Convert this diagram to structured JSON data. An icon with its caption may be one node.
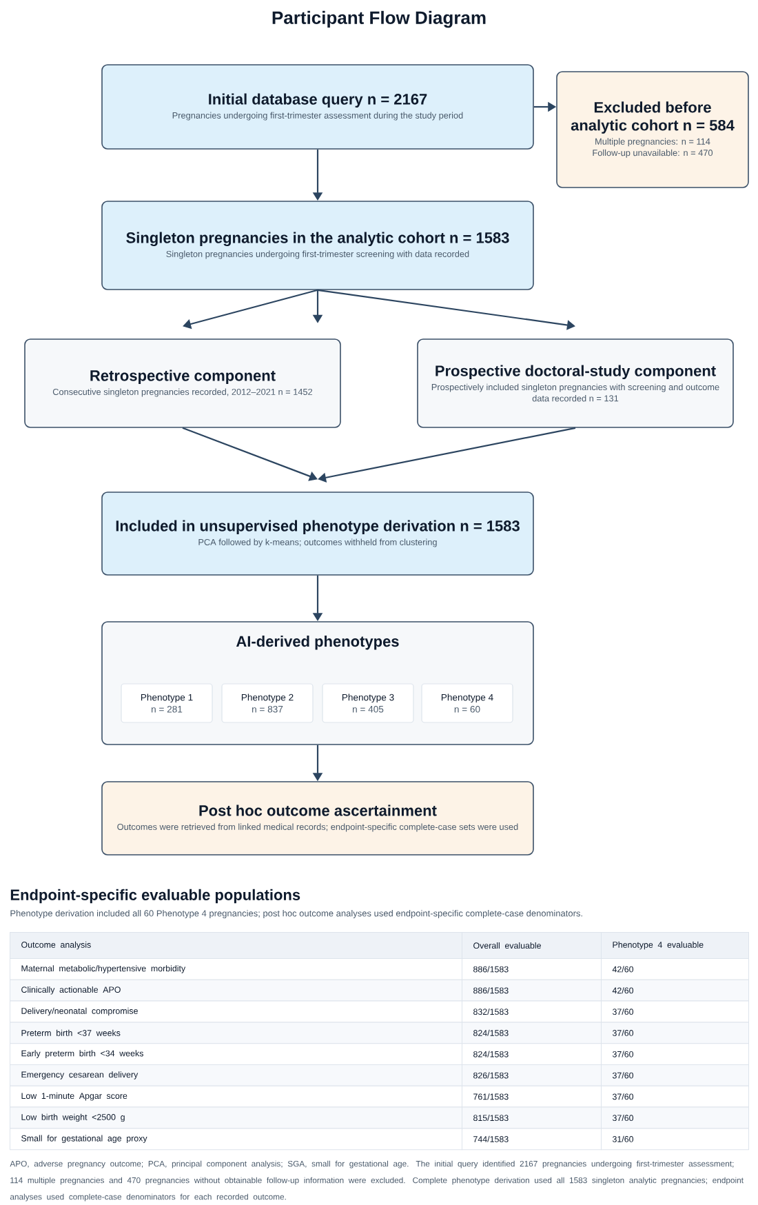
{
  "diagram": {
    "title": "Participant Flow Diagram",
    "nodes": [
      {
        "text": [
          "Initial database query n = 2167",
          "Pregnancies undergoing first-trimester assessment during the study period"
        ]
      },
      {
        "text": [
          "Excluded before analytic cohort n = 584",
          "Multiple pregnancies: n = 114",
          "Follow-up unavailable: n = 470"
        ]
      },
      {
        "text": [
          "Singleton pregnancies in the analytic cohort n = 1583",
          "Singleton pregnancies undergoing first-trimester screening with data recorded"
        ]
      },
      {
        "text": [
          "Retrospective component",
          "Consecutive singleton pregnancies recorded, 2012–2021 n = 1452"
        ]
      },
      {
        "text": [
          "Prospective doctoral-study component",
          "Prospectively included singleton pregnancies with screening and outcome data recorded n = 131"
        ]
      },
      {
        "text": [
          "Included in unsupervised phenotype derivation n = 1583",
          "PCA followed by k-means; outcomes withheld from clustering"
        ]
      },
      {
        "text": [
          "AI-derived phenotypes"
        ]
      },
      {
        "text": [
          "Phenotype 1",
          "n = 281"
        ],
        "in": 6
      },
      {
        "text": [
          "Phenotype 2",
          "n = 837"
        ],
        "in": 6
      },
      {
        "text": [
          "Phenotype 3",
          "n = 405"
        ],
        "in": 6
      },
      {
        "text": [
          "Phenotype 4",
          "n = 60"
        ],
        "in": 6
      },
      {
        "text": [
          "Post hoc outcome ascertainment",
          "Outcomes were retrieved from linked medical records; endpoint-specific complete-case sets were used"
        ]
      }
    ],
    "edges": [
      {
        "from": 0,
        "to": 1,
        "arrow": "to"
      },
      {
        "from": 0,
        "to": 2,
        "arrow": "to"
      },
      {
        "from": 2,
        "to": 3,
        "arrow": "to"
      },
      {
        "from": 2,
        "to": null,
        "arrow": "to"
      },
      {
        "from": 2,
        "to": 4,
        "arrow": "to"
      },
      {
        "from": 3,
        "to": 5,
        "arrow": "to"
      },
      {
        "from": 4,
        "to": 5,
        "arrow": "to"
      },
      {
        "from": 5,
        "to": 6,
        "arrow": "to"
      },
      {
        "from": 6,
        "to": 11,
        "arrow": "to"
      }
    ],
    "labels": [
      "Endpoint-specific evaluable populations",
      "Phenotype derivation included all 60 Phenotype 4 pregnancies; post hoc outcome analyses used endpoint-specific complete-case denominators.",
      "Outcome analysis",
      "Overall evaluable",
      "Phenotype 4 evaluable",
      "Maternal metabolic/hypertensive morbidity",
      "886/1583",
      "42/60",
      "Clinically actionable APO",
      "886/1583",
      "42/60",
      "Delivery/neonatal compromise",
      "832/1583",
      "37/60",
      "Preterm birth <37 weeks",
      "824/1583",
      "37/60",
      "Early preterm birth <34 weeks",
      "824/1583",
      "37/60",
      "Emergency cesarean delivery",
      "826/1583",
      "37/60",
      "Low 1-minute Apgar score",
      "761/1583",
      "37/60",
      "Low birth weight <2500 g",
      "815/1583",
      "37/60",
      "Small for gestational age proxy",
      "744/1583",
      "31/60",
      "APO, adverse pregnancy outcome; PCA, principal component analysis; SGA, small for gestational age. The initial query identified 2167 pregnancies undergoing first-trimester assessment; 114 multiple pregnancies and 470 pregnancies without obtainable follow-up information were excluded. Complete phenotype derivation used all 1583 singleton analytic pregnancies; endpoint analyses used complete-case denominators for each recorded outcome."
    ]
  }
}
